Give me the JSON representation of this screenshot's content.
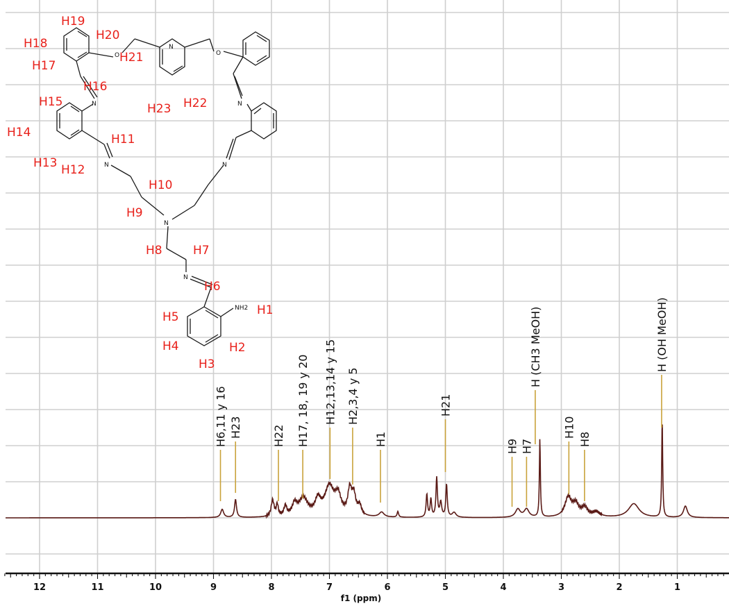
{
  "chart_data": {
    "type": "line",
    "title": "",
    "xlabel": "f1 (ppm)",
    "ylabel": "",
    "xlim": [
      12.6,
      0.0
    ],
    "x_reversed": true,
    "grid": true,
    "line_color": "#5a1a16",
    "tick_values": [
      12,
      11,
      10,
      9,
      8,
      7,
      6,
      5,
      4,
      3,
      2,
      1
    ],
    "tick_labels": [
      "12",
      "11",
      "10",
      "9",
      "8",
      "7",
      "6",
      "5",
      "4",
      "3",
      "2",
      "1"
    ],
    "spectrum": {
      "baseline": 0,
      "peaks": [
        {
          "x": 8.85,
          "h": 0.1,
          "w": 0.03
        },
        {
          "x": 8.62,
          "h": 0.22,
          "w": 0.02
        },
        {
          "x": 7.98,
          "h": 0.2,
          "w": 0.03
        },
        {
          "x": 7.9,
          "h": 0.14,
          "w": 0.02
        },
        {
          "x": 7.76,
          "h": 0.12,
          "w": 0.03
        },
        {
          "x": 7.6,
          "h": 0.14,
          "w": 0.05
        },
        {
          "x": 7.45,
          "h": 0.22,
          "w": 0.09
        },
        {
          "x": 7.2,
          "h": 0.18,
          "w": 0.06
        },
        {
          "x": 7.0,
          "h": 0.36,
          "w": 0.1
        },
        {
          "x": 6.85,
          "h": 0.22,
          "w": 0.06
        },
        {
          "x": 6.65,
          "h": 0.3,
          "w": 0.04
        },
        {
          "x": 6.58,
          "h": 0.24,
          "w": 0.04
        },
        {
          "x": 6.48,
          "h": 0.12,
          "w": 0.04
        },
        {
          "x": 6.1,
          "h": 0.06,
          "w": 0.05
        },
        {
          "x": 5.82,
          "h": 0.07,
          "w": 0.015
        },
        {
          "x": 5.32,
          "h": 0.28,
          "w": 0.015
        },
        {
          "x": 5.25,
          "h": 0.22,
          "w": 0.015
        },
        {
          "x": 5.15,
          "h": 0.48,
          "w": 0.015
        },
        {
          "x": 5.08,
          "h": 0.18,
          "w": 0.02
        },
        {
          "x": 4.98,
          "h": 0.4,
          "w": 0.015
        },
        {
          "x": 4.85,
          "h": 0.06,
          "w": 0.04
        },
        {
          "x": 3.75,
          "h": 0.1,
          "w": 0.05
        },
        {
          "x": 3.6,
          "h": 0.1,
          "w": 0.05
        },
        {
          "x": 3.37,
          "h": 0.96,
          "w": 0.01
        },
        {
          "x": 2.88,
          "h": 0.24,
          "w": 0.07
        },
        {
          "x": 2.75,
          "h": 0.14,
          "w": 0.06
        },
        {
          "x": 2.6,
          "h": 0.11,
          "w": 0.06
        },
        {
          "x": 2.4,
          "h": 0.06,
          "w": 0.08
        },
        {
          "x": 1.75,
          "h": 0.17,
          "w": 0.11
        },
        {
          "x": 1.26,
          "h": 1.2,
          "w": 0.01
        },
        {
          "x": 0.86,
          "h": 0.14,
          "w": 0.04
        }
      ]
    },
    "annotations": [
      {
        "label": "H6,11 y 16",
        "x": 8.88
      },
      {
        "label": "H23",
        "x": 8.62
      },
      {
        "label": "H22",
        "x": 7.88
      },
      {
        "label": "H17, 18, 19 y 20",
        "x": 7.46
      },
      {
        "label": "H12,13,14 y 15",
        "x": 6.99
      },
      {
        "label": "H2,3,4 y 5",
        "x": 6.6
      },
      {
        "label": "H1",
        "x": 6.12
      },
      {
        "label": "H21",
        "x": 5.0
      },
      {
        "label": "H9",
        "x": 3.85
      },
      {
        "label": "H7",
        "x": 3.6
      },
      {
        "label": "H (CH3 MeOH)",
        "x": 3.45
      },
      {
        "label": "H10",
        "x": 2.87
      },
      {
        "label": "H8",
        "x": 2.6
      },
      {
        "label": "H (OH MeOH)",
        "x": 1.27
      }
    ]
  },
  "structure": {
    "atom_labels": [
      "N",
      "N",
      "N",
      "N",
      "N",
      "N",
      "N",
      "NH2"
    ],
    "oxygen_labels": [
      "O",
      "O"
    ],
    "proton_labels": [
      "H19",
      "H18",
      "H20",
      "H17",
      "H21",
      "H16",
      "H15",
      "H23",
      "H22",
      "H14",
      "H11",
      "H13",
      "H12",
      "H10",
      "H9",
      "H8",
      "H7",
      "H6",
      "H5",
      "H1",
      "H4",
      "H2",
      "H3"
    ]
  }
}
